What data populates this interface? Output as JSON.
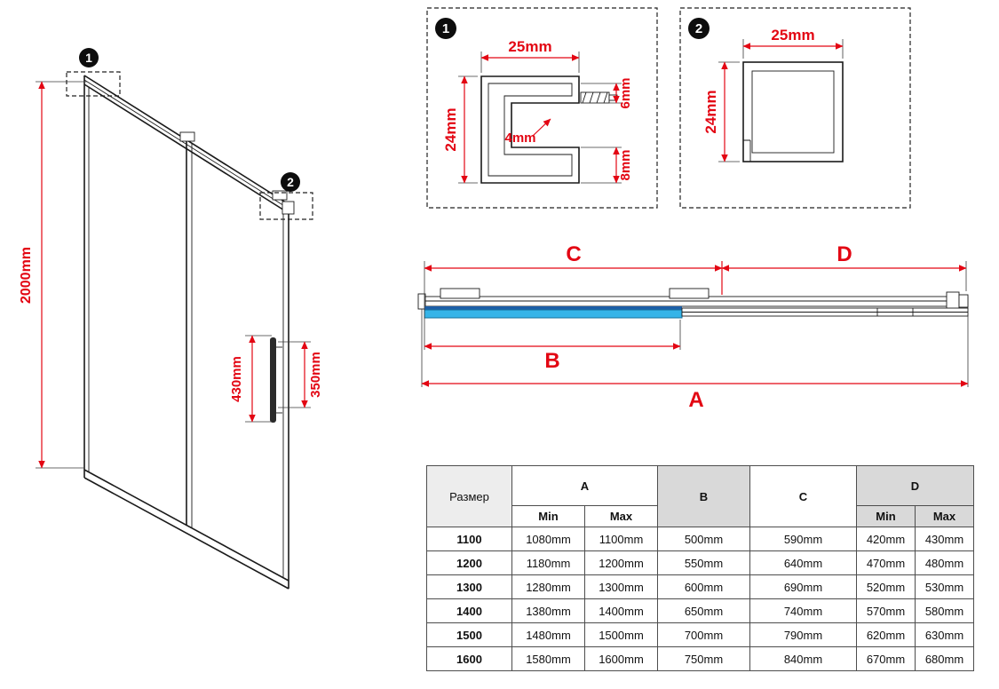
{
  "palette": {
    "red": "#e30613",
    "glass_blue": "#35b4e8",
    "glass_blue_dark": "#1e5fa8",
    "line": "#1a1a1a",
    "table_gray": "#d9d9d9"
  },
  "iso": {
    "marker_1": "1",
    "marker_2": "2",
    "dim_height": "2000mm",
    "dim_handle_height": "430mm",
    "dim_handle_span": "350mm"
  },
  "detail_1": {
    "marker": "1",
    "dim_width": "25mm",
    "dim_height": "24mm",
    "dim_top_flange": "6mm",
    "dim_slot": "4mm",
    "dim_bottom_flange": "8mm"
  },
  "detail_2": {
    "marker": "2",
    "dim_width": "25mm",
    "dim_height": "24mm"
  },
  "plan": {
    "dim_a": "A",
    "dim_b": "B",
    "dim_c": "C",
    "dim_d": "D"
  },
  "table": {
    "size_label": "Размер",
    "col_a": "A",
    "col_b": "B",
    "col_c": "C",
    "col_d": "D",
    "min_label": "Min",
    "max_label": "Max",
    "rows": [
      {
        "size": "1100",
        "a_min": "1080mm",
        "a_max": "1100mm",
        "b": "500mm",
        "c": "590mm",
        "d_min": "420mm",
        "d_max": "430mm"
      },
      {
        "size": "1200",
        "a_min": "1180mm",
        "a_max": "1200mm",
        "b": "550mm",
        "c": "640mm",
        "d_min": "470mm",
        "d_max": "480mm"
      },
      {
        "size": "1300",
        "a_min": "1280mm",
        "a_max": "1300mm",
        "b": "600mm",
        "c": "690mm",
        "d_min": "520mm",
        "d_max": "530mm"
      },
      {
        "size": "1400",
        "a_min": "1380mm",
        "a_max": "1400mm",
        "b": "650mm",
        "c": "740mm",
        "d_min": "570mm",
        "d_max": "580mm"
      },
      {
        "size": "1500",
        "a_min": "1480mm",
        "a_max": "1500mm",
        "b": "700mm",
        "c": "790mm",
        "d_min": "620mm",
        "d_max": "630mm"
      },
      {
        "size": "1600",
        "a_min": "1580mm",
        "a_max": "1600mm",
        "b": "750mm",
        "c": "840mm",
        "d_min": "670mm",
        "d_max": "680mm"
      }
    ]
  }
}
